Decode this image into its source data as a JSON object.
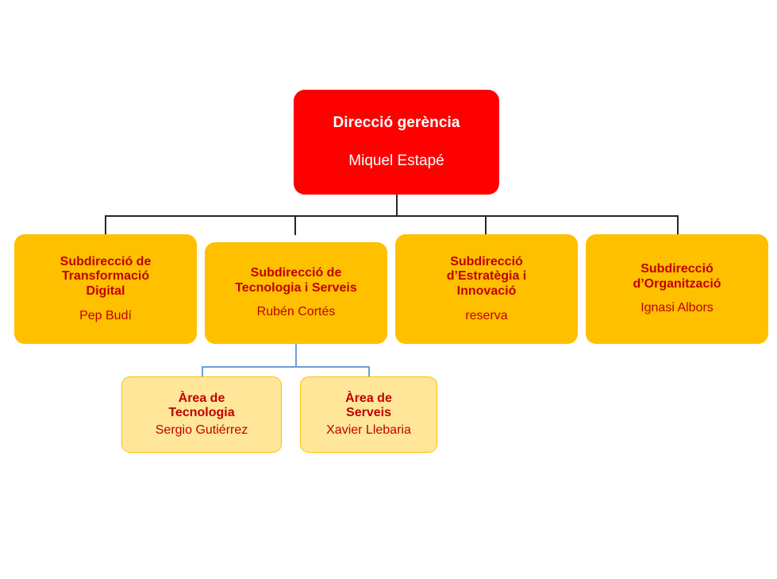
{
  "chart": {
    "type": "org-chart",
    "language": "ca",
    "colors": {
      "root_fill": "#FF0000",
      "root_text": "#FFFFFF",
      "subdirection_fill": "#FFC000",
      "subdirection_text": "#C00000",
      "area_fill": "#FFE699",
      "area_border": "#FFC000",
      "area_text": "#C00000",
      "connector_primary": "#262626",
      "connector_secondary": "#6F9FD8",
      "background": "#FFFFFF"
    },
    "root": {
      "title": "Direcció gerència",
      "person": "Miquel Estapé"
    },
    "subdirections": [
      {
        "title_line1": "Subdirecció de",
        "title_line2": "Transformació",
        "title_line3": "Digital",
        "person": "Pep Budí"
      },
      {
        "title_line1": "Subdirecció de",
        "title_line2": "Tecnologia i Serveis",
        "title_line3": "",
        "person": "Rubén Cortés"
      },
      {
        "title_line1": "Subdirecció",
        "title_line2": "d’Estratègia i",
        "title_line3": "Innovació",
        "person": "reserva"
      },
      {
        "title_line1": "Subdirecció",
        "title_line2": "d’Organització",
        "title_line3": "",
        "person": "Ignasi Albors"
      }
    ],
    "areas": [
      {
        "title_line1": "Àrea de",
        "title_line2": "Tecnologia",
        "person": "Sergio Gutiérrez"
      },
      {
        "title_line1": "Àrea de",
        "title_line2": "Serveis",
        "person": "Xavier Llebaria"
      }
    ]
  }
}
